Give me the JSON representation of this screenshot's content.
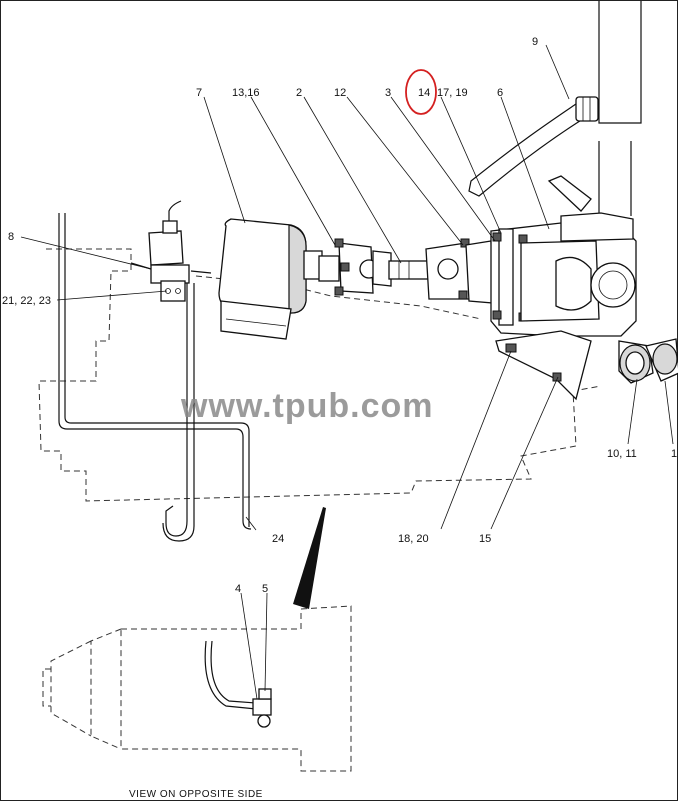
{
  "callouts": {
    "c9": "9",
    "c7": "7",
    "c13_16": "13,16",
    "c2": "2",
    "c12": "12",
    "c3": "3",
    "c14": "14",
    "c17_19": "17, 19",
    "c6": "6",
    "c8": "8",
    "c21_23": "21, 22, 23",
    "c10_11": "10, 11",
    "c1": "1",
    "c24": "24",
    "c18_20": "18, 20",
    "c15": "15",
    "c4": "4",
    "c5": "5"
  },
  "watermark": "www.tpub.com",
  "caption": "VIEW ON OPPOSITE SIDE",
  "highlight_color": "#d42020"
}
